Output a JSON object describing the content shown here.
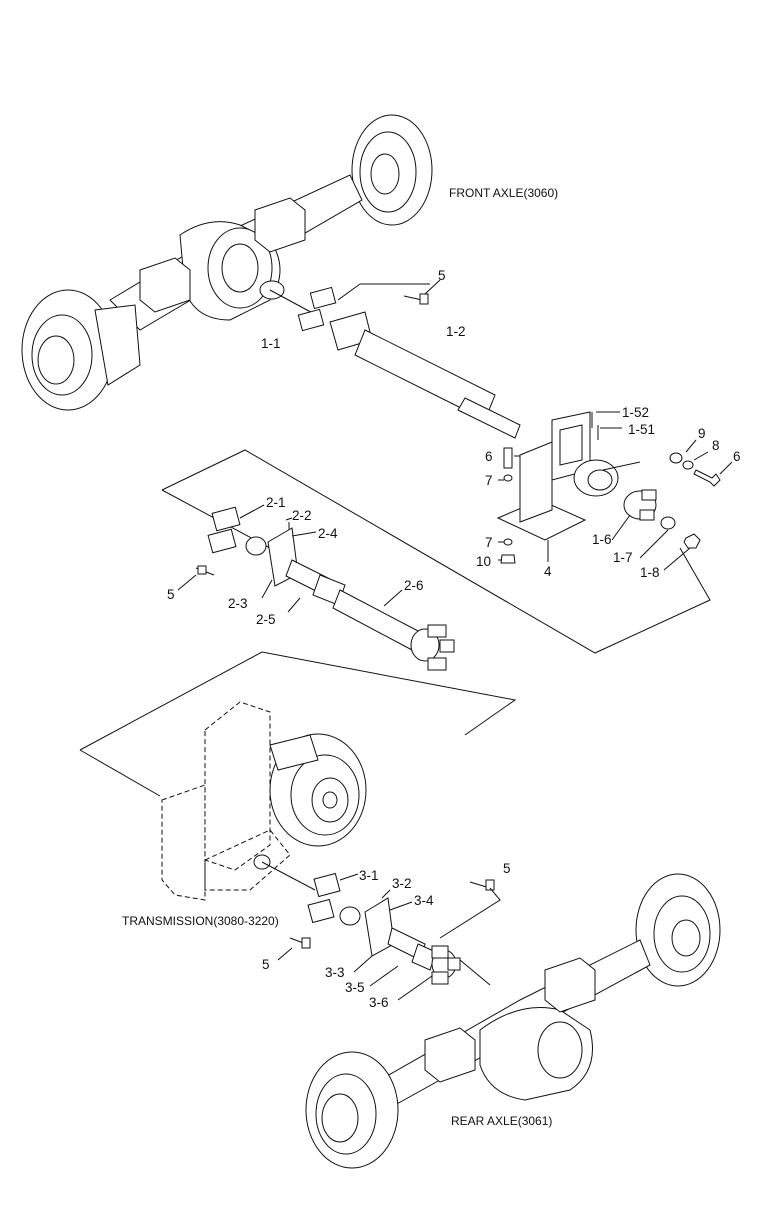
{
  "labels": {
    "front_axle": "FRONT AXLE(3060)",
    "rear_axle": "REAR AXLE(3061)",
    "transmission": "TRANSMISSION(3080-3220)",
    "p5_top": "5",
    "p1_1": "1-1",
    "p1_2": "1-2",
    "p1_52": "1-52",
    "p1_51": "1-51",
    "p9": "9",
    "p8": "8",
    "p6_right": "6",
    "p6_left": "6",
    "p7_a": "7",
    "p7_b": "7",
    "p10": "10",
    "p4": "4",
    "p1_6": "1-6",
    "p1_7": "1-7",
    "p1_8": "1-8",
    "p2_1": "2-1",
    "p2_2": "2-2",
    "p2_4": "2-4",
    "p2_6": "2-6",
    "p5_mid": "5",
    "p2_3": "2-3",
    "p2_5": "2-5",
    "p3_1": "3-1",
    "p3_2": "3-2",
    "p3_4": "3-4",
    "p5_rear": "5",
    "p5_trans": "5",
    "p3_3": "3-3",
    "p3_5": "3-5",
    "p3_6": "3-6"
  }
}
